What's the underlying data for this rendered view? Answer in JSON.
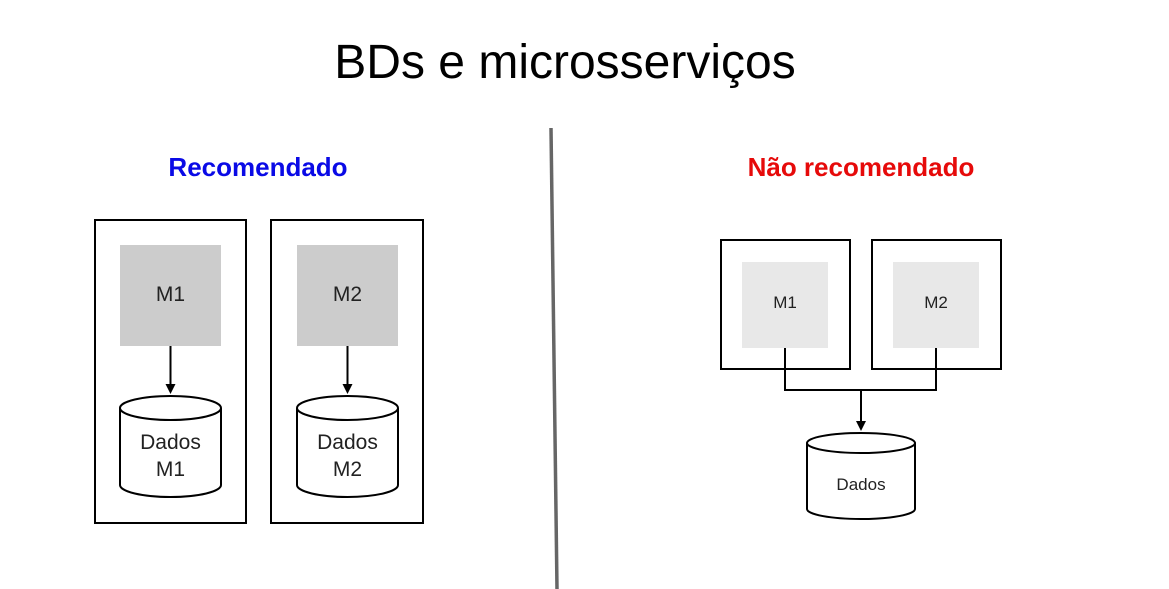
{
  "title": "BDs e microsserviços",
  "left": {
    "heading": "Recomendado",
    "heading_color": "#0a0ae6",
    "service_1": {
      "label": "M1",
      "db_line1": "Dados",
      "db_line2": "M1"
    },
    "service_2": {
      "label": "M2",
      "db_line1": "Dados",
      "db_line2": "M2"
    }
  },
  "right": {
    "heading": "Não recomendado",
    "heading_color": "#e60a0a",
    "service_1": {
      "label": "M1"
    },
    "service_2": {
      "label": "M2"
    },
    "shared_db": {
      "label": "Dados"
    }
  },
  "colors": {
    "module_fill_left": "#cccccc",
    "module_fill_right": "#e8e8e8",
    "divider": "#666666"
  }
}
